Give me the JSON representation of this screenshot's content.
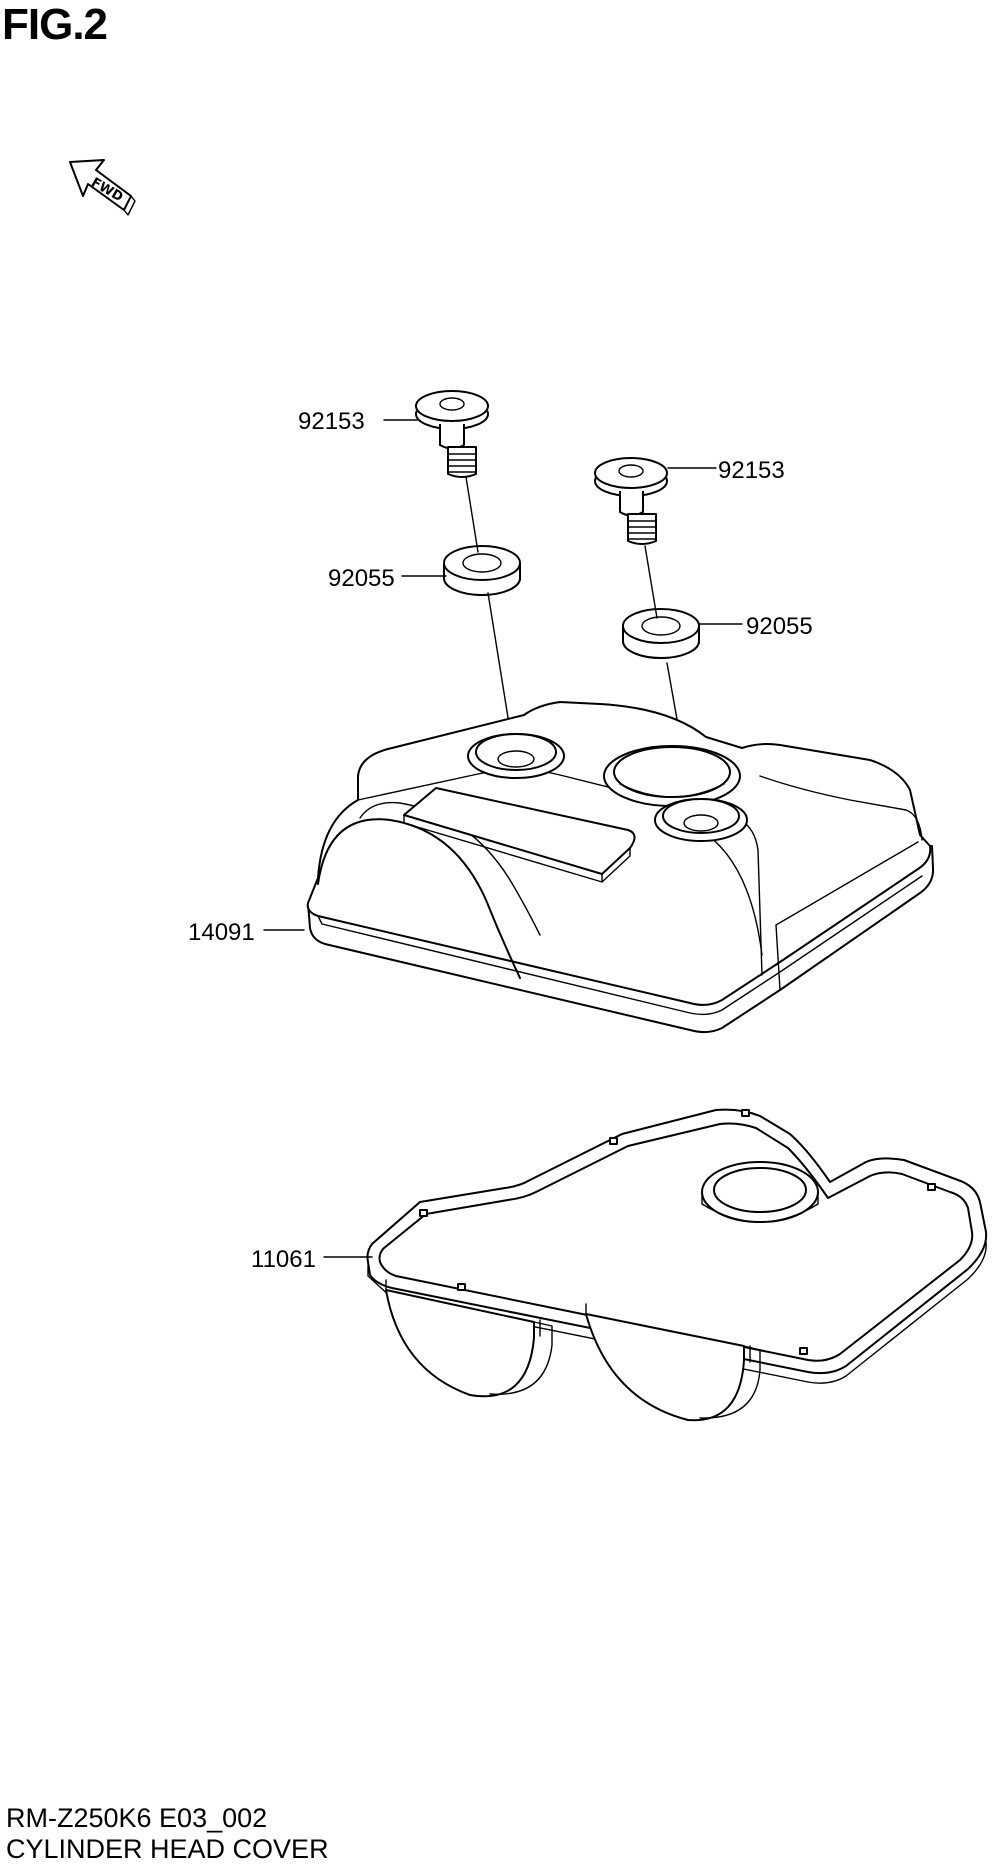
{
  "figure": {
    "title": "FIG.2"
  },
  "orientation": {
    "fwd_label": "FWD",
    "icon": "forward-arrow-icon"
  },
  "callouts": [
    {
      "part_number": "92153"
    },
    {
      "part_number": "92153"
    },
    {
      "part_number": "92055"
    },
    {
      "part_number": "92055"
    },
    {
      "part_number": "14091"
    },
    {
      "part_number": "11061"
    }
  ],
  "footer": {
    "diagram_code": "RM-Z250K6 E03_002",
    "section_name": "CYLINDER HEAD COVER"
  }
}
